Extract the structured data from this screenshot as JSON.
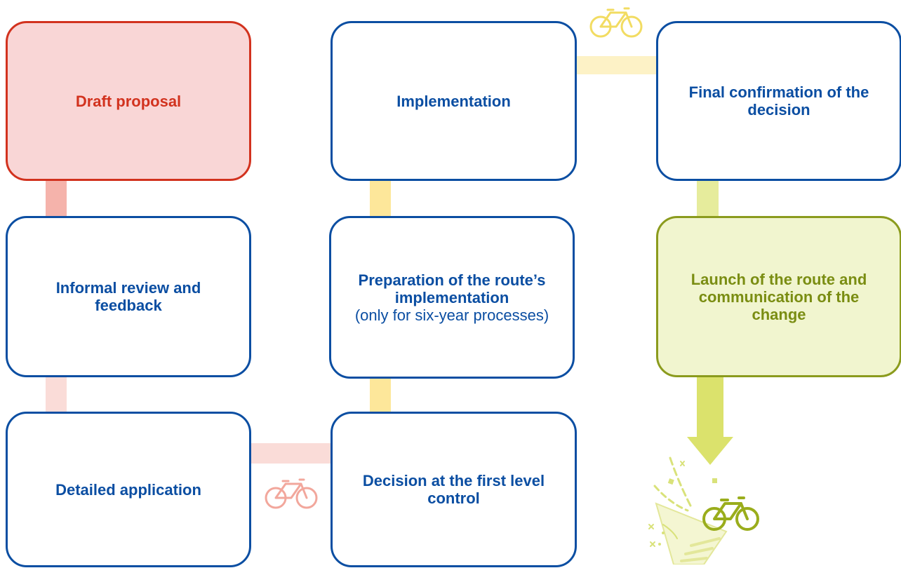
{
  "steps": [
    {
      "id": "draft",
      "title": "Draft proposal"
    },
    {
      "id": "review",
      "title": "Informal review and feedback"
    },
    {
      "id": "application",
      "title": "Detailed application"
    },
    {
      "id": "decision",
      "title": "Decision at the first level control"
    },
    {
      "id": "preparation",
      "title": "Preparation of the route’s implementation",
      "note": "(only for six-year processes)"
    },
    {
      "id": "implementation",
      "title": "Implementation"
    },
    {
      "id": "confirmation",
      "title": "Final confirmation of the decision"
    },
    {
      "id": "launch",
      "title": "Launch of the route and communication of the change"
    }
  ],
  "colors": {
    "blue": "#0b4ea2",
    "red": "#d2321e",
    "red_fill": "#f9d6d6",
    "green": "#8b9b1d",
    "green_fill": "#f1f5cf",
    "connector_red": "#f5b3ab",
    "connector_pink": "#fadcd8",
    "connector_yellow": "#fde79a",
    "connector_yellow_light": "#fdf2c6",
    "connector_lime": "#e6ec9c",
    "arrow_lime": "#dbe26c"
  },
  "icons": {
    "bike_pink": "bicycle-icon",
    "bike_yellow": "bicycle-icon",
    "bike_green": "bicycle-icon",
    "celebration": "party-popper-icon"
  }
}
